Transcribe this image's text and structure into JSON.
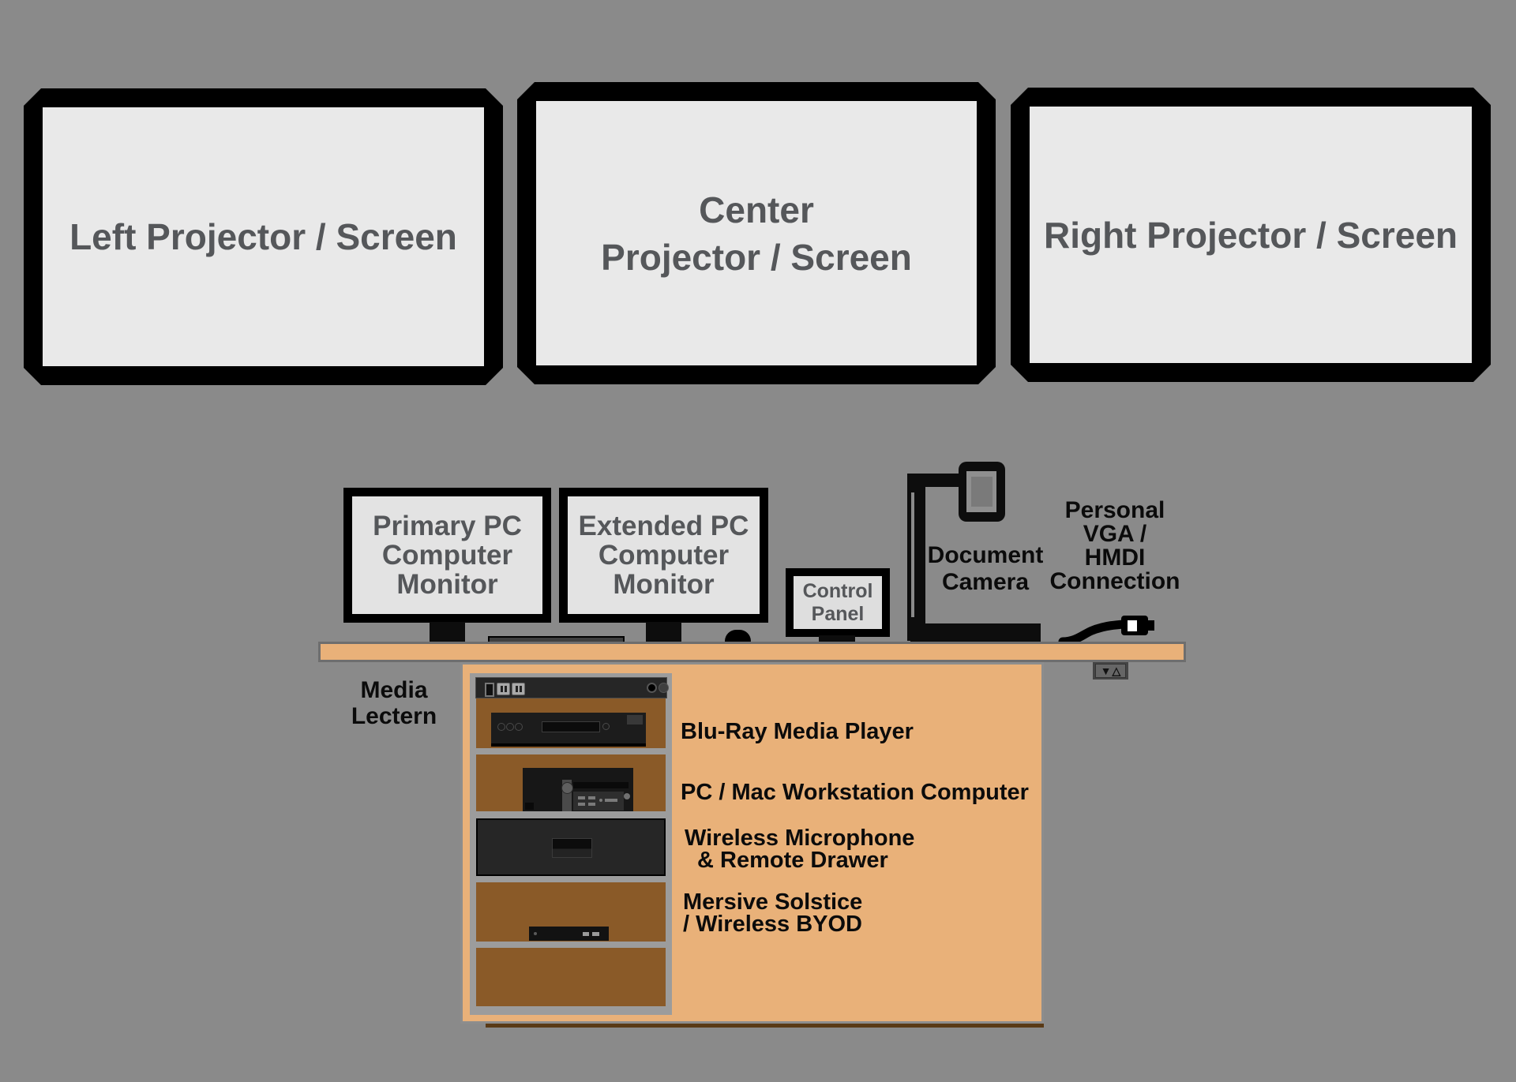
{
  "title": "Media Lectern AV System Diagram",
  "colors": {
    "background": "#8a8a8a",
    "screen_face": "#e9e9e9",
    "frame_black": "#000000",
    "screen_text_gray": "#55575a",
    "annotation_black": "#0b0b0b",
    "desk_tan": "#e9b179",
    "cabinet_brown": "#8a5a28",
    "rack_gray": "#9c9c9c"
  },
  "screens": {
    "left": {
      "lines": [
        "Left Projector / Screen"
      ]
    },
    "center": {
      "lines": [
        "Center",
        "Projector / Screen"
      ]
    },
    "right": {
      "lines": [
        "Right Projector / Screen"
      ]
    }
  },
  "monitors": {
    "primary": {
      "lines": [
        "Primary PC",
        "Computer",
        "Monitor"
      ]
    },
    "extended": {
      "lines": [
        "Extended PC",
        "Computer",
        "Monitor"
      ]
    }
  },
  "control_panel": {
    "lines": [
      "Control",
      "Panel"
    ]
  },
  "document_camera": {
    "lines": [
      "Document",
      "Camera"
    ]
  },
  "personal_connection": {
    "lines": [
      "Personal",
      "VGA /",
      "HMDI",
      "Connection"
    ]
  },
  "media_lectern": {
    "lines": [
      "Media",
      "Lectern"
    ]
  },
  "equipment": {
    "bluray": {
      "lines": [
        "Blu-Ray Media Player"
      ]
    },
    "workstation": {
      "lines": [
        "PC / Mac Workstation Computer"
      ]
    },
    "microphone_drawer": {
      "lines": [
        "Wireless Microphone",
        "& Remote Drawer"
      ]
    },
    "mersive": {
      "lines": [
        "Mersive Solstice",
        "/ Wireless BYOD"
      ]
    }
  },
  "desk_switch": {
    "down": "▼",
    "up": "△"
  }
}
